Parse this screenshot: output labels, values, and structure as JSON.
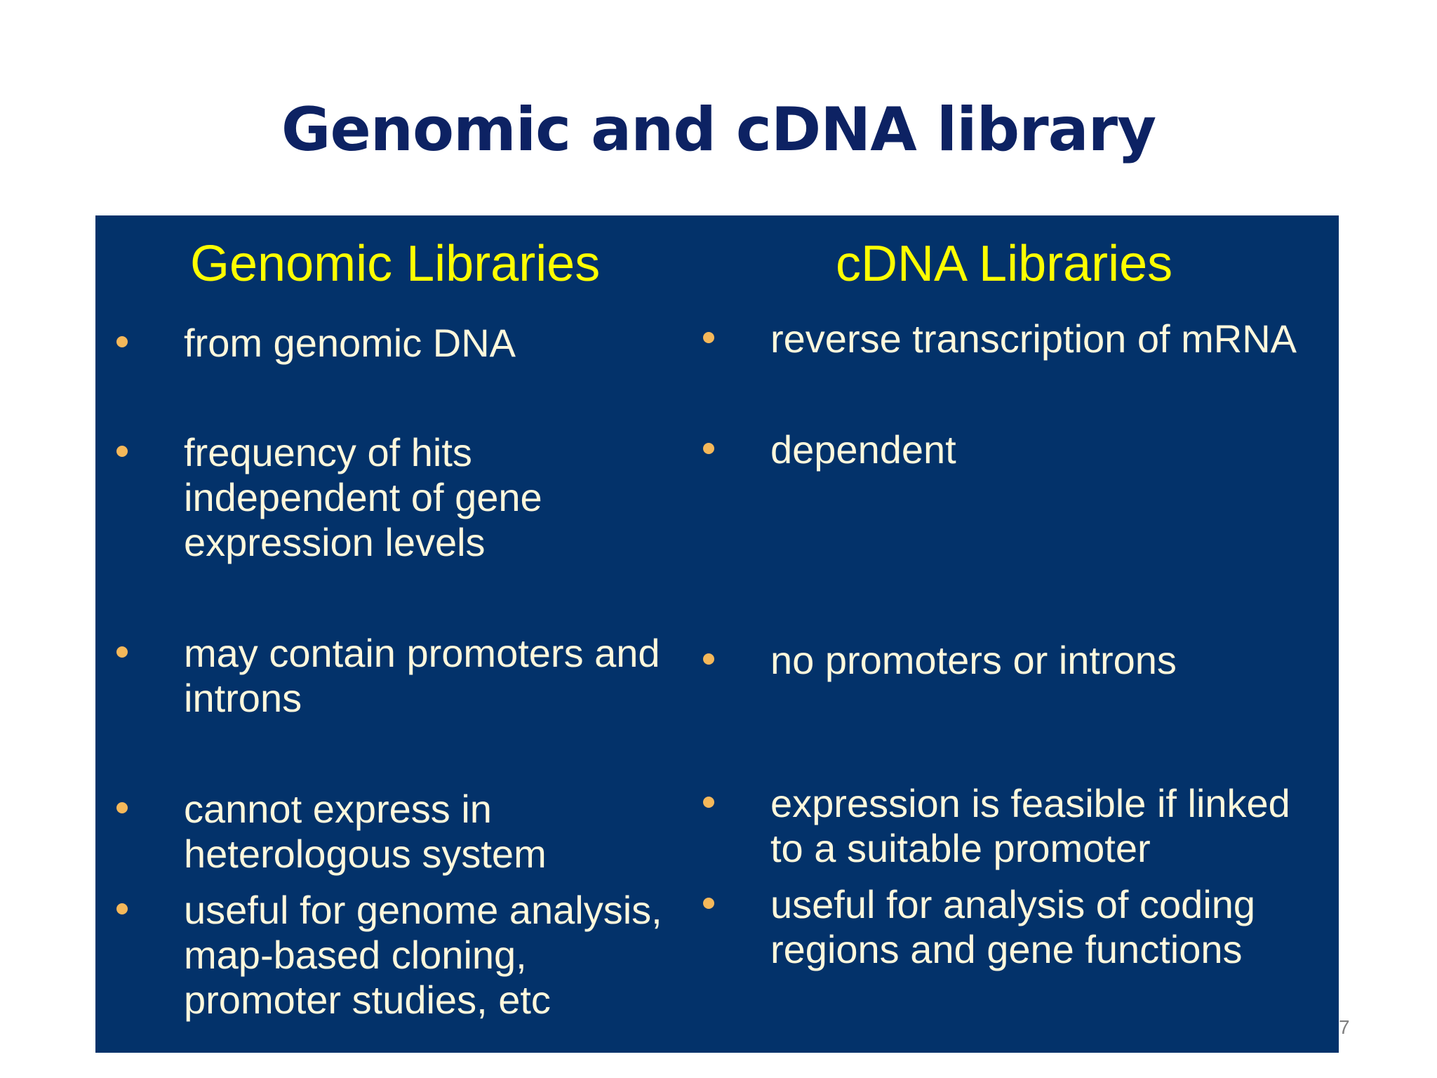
{
  "slide": {
    "title": "Genomic and cDNA library",
    "page_number": "7",
    "colors": {
      "title": "#0D2263",
      "panel_background": "#03326A",
      "heading": "#FFFF00",
      "body_text": "#FFF8DC",
      "bullet": "#F5B85A"
    }
  },
  "table": {
    "columns": [
      {
        "heading": "Genomic Libraries",
        "items": [
          "from genomic DNA",
          "frequency of hits\nindependent of gene\nexpression levels",
          "may contain promoters and\nintrons",
          "cannot express in\nheterologous system",
          "useful for genome analysis,\nmap-based cloning,\npromoter studies, etc"
        ]
      },
      {
        "heading": "cDNA Libraries",
        "items": [
          "reverse transcription of mRNA",
          "dependent",
          "no promoters or introns",
          "expression is feasible if linked\nto a suitable promoter",
          "useful for analysis of coding\nregions and gene functions"
        ]
      }
    ]
  }
}
